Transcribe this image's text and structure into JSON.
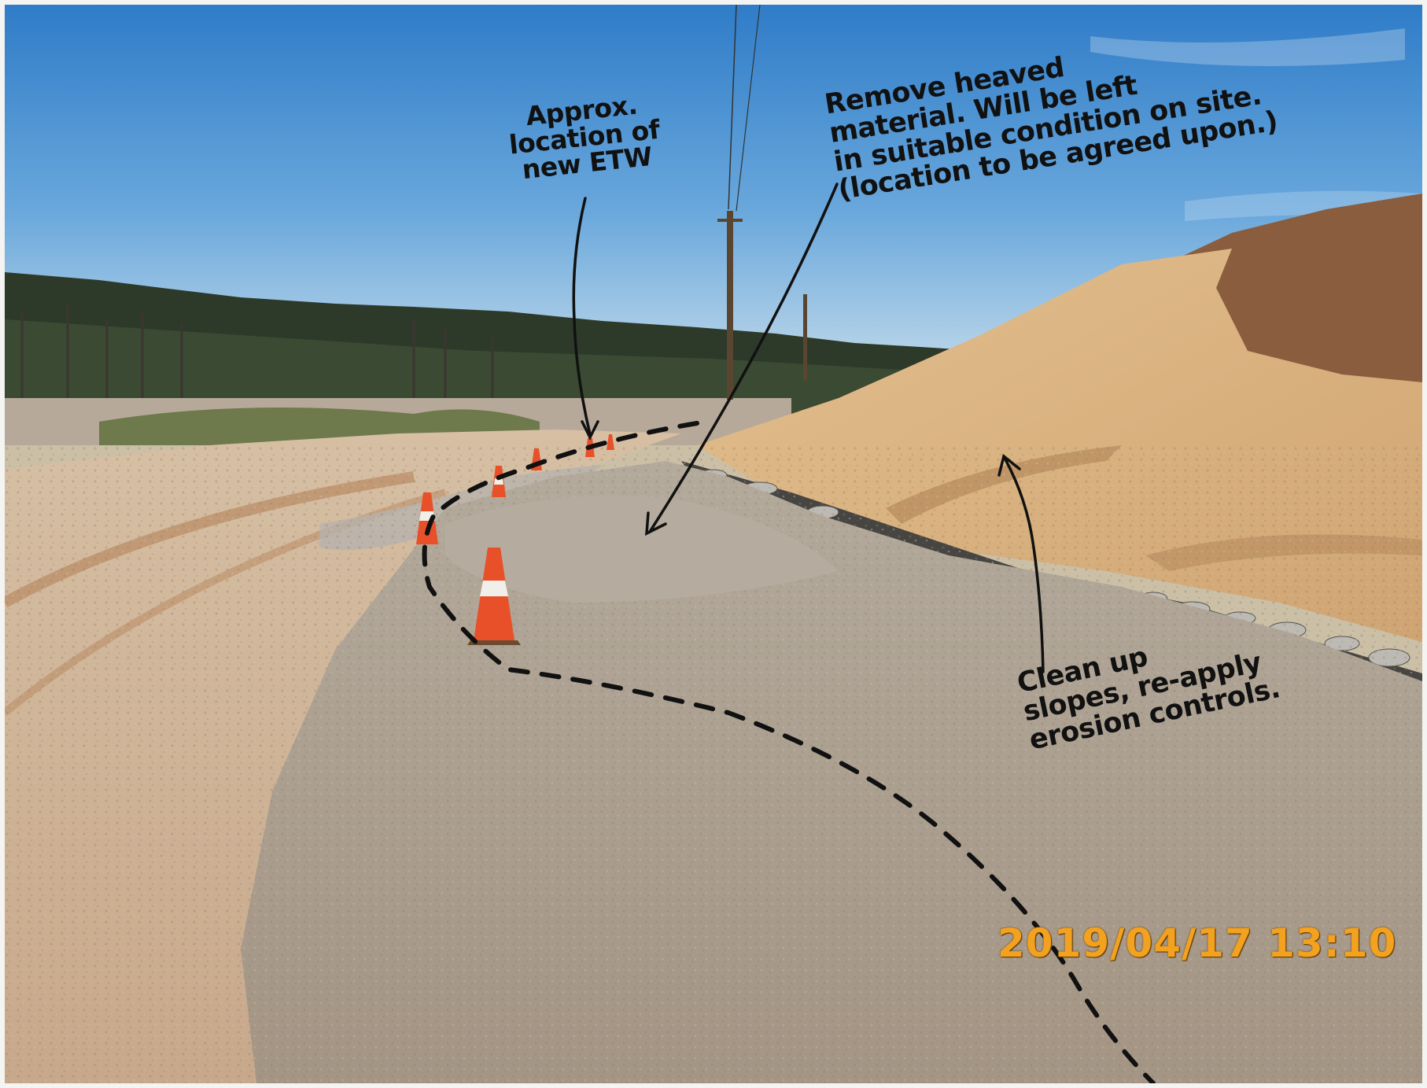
{
  "photo": {
    "timestamp": "2019/04/17  13:10",
    "colors": {
      "sky_top": "#2f7cc8",
      "sky_bottom": "#a9cbe4",
      "forest": "#2d3a2a",
      "dirt": "#c9a98a",
      "gravel": "#a89c8c",
      "erosion_blanket": "#d9b27e",
      "cone": "#e8502a",
      "timestamp": "#f2a21e",
      "ink": "#111111"
    }
  },
  "annotations": {
    "etw_note": "Approx.\nlocation of\nnew ETW",
    "heaved_note": "Remove heaved\nmaterial. Will be left\nin suitable condition on site.\n(location to be agreed upon.)",
    "slopes_note": "Clean up\nslopes, re-apply\nerosion controls."
  }
}
